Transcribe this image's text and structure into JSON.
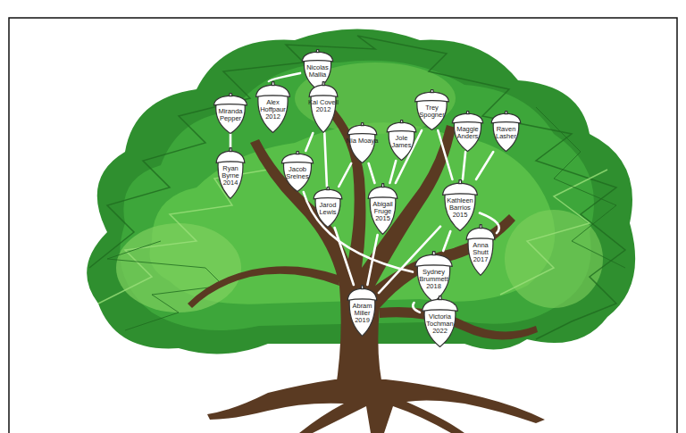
{
  "diagram": {
    "nodes": [
      {
        "text": [
          "Nicolas Mallia"
        ]
      },
      {
        "text": [
          "Miranda Pepper"
        ]
      },
      {
        "text": [
          "Alex Hoffpaur",
          "2012"
        ]
      },
      {
        "text": [
          "Kai Covell",
          "2012"
        ]
      },
      {
        "text": [
          "Trey Spogner"
        ]
      },
      {
        "text": [
          "Maggie Anders"
        ]
      },
      {
        "text": [
          "Raven Lasher"
        ]
      },
      {
        "text": [
          "Nia Moaya"
        ]
      },
      {
        "text": [
          "Jole James"
        ]
      },
      {
        "text": [
          "Ryan Byrne",
          "2014"
        ]
      },
      {
        "text": [
          "Jacob Sreines"
        ]
      },
      {
        "text": [
          "Jarod Lewis"
        ]
      },
      {
        "text": [
          "Abigail Fruge",
          "2015"
        ]
      },
      {
        "text": [
          "Kathleen Barrios",
          "2015"
        ]
      },
      {
        "text": [
          "Anna Shutt",
          "2017"
        ]
      },
      {
        "text": [
          "Sydney Brummett",
          "2018"
        ]
      },
      {
        "text": [
          "Abram Miller",
          "2019"
        ]
      },
      {
        "text": [
          "Victoria Tochman",
          "2022"
        ]
      }
    ],
    "edges": [
      {
        "from": 0,
        "to": 2,
        "arrow": "none"
      },
      {
        "from": 0,
        "to": 3,
        "arrow": "none"
      },
      {
        "from": 1,
        "to": 9,
        "arrow": "none"
      },
      {
        "from": 3,
        "to": 10,
        "arrow": "none"
      },
      {
        "from": 3,
        "to": 11,
        "arrow": "none"
      },
      {
        "from": 7,
        "to": 11,
        "arrow": "none"
      },
      {
        "from": 7,
        "to": 12,
        "arrow": "none"
      },
      {
        "from": 8,
        "to": 12,
        "arrow": "none"
      },
      {
        "from": 4,
        "to": 12,
        "arrow": "none"
      },
      {
        "from": 4,
        "to": 13,
        "arrow": "none"
      },
      {
        "from": 5,
        "to": 13,
        "arrow": "none"
      },
      {
        "from": 6,
        "to": 13,
        "arrow": "none"
      },
      {
        "from": 10,
        "to": 15,
        "arrow": "none"
      },
      {
        "from": 11,
        "to": 16,
        "arrow": "none"
      },
      {
        "from": 12,
        "to": 16,
        "arrow": "none"
      },
      {
        "from": 13,
        "to": 16,
        "arrow": "none"
      },
      {
        "from": 13,
        "to": 14,
        "arrow": "none"
      },
      {
        "from": 13,
        "to": 15,
        "arrow": "none"
      },
      {
        "from": 15,
        "to": 17,
        "arrow": "none"
      }
    ]
  }
}
